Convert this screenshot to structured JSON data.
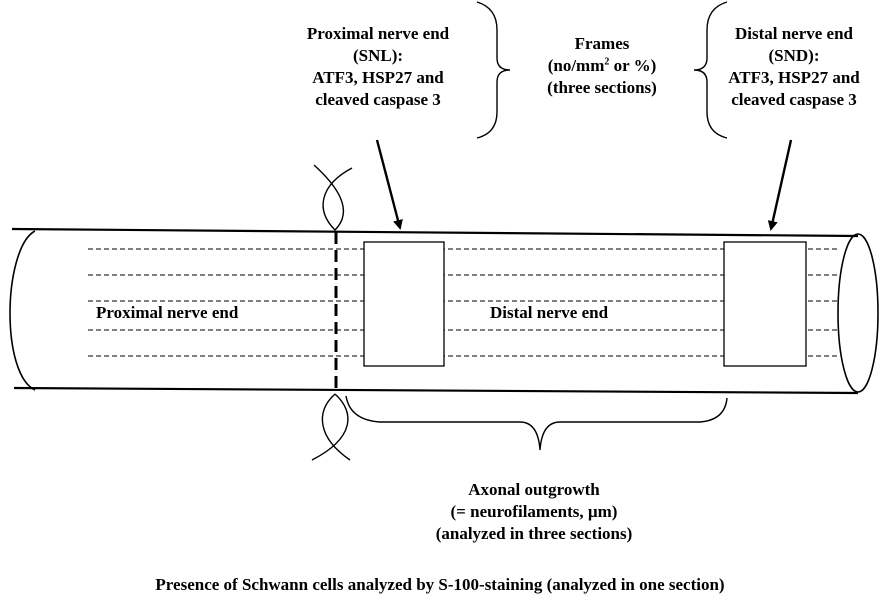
{
  "labels": {
    "proximal_top": [
      "Proximal nerve end",
      "(SNL):",
      "ATF3, HSP27 and",
      "cleaved caspase 3"
    ],
    "frames": {
      "title": "Frames",
      "unit_prefix": "(no/mm",
      "unit_sup": "2",
      "unit_suffix": " or %)",
      "sections": "(three sections)"
    },
    "distal_top": [
      "Distal nerve end",
      "(SND):",
      "ATF3, HSP27 and",
      "cleaved caspase 3"
    ],
    "proximal_inside": "Proximal nerve end",
    "distal_inside": "Distal nerve end",
    "axonal": [
      "Axonal outgrowth",
      "(= neurofilaments, µm)",
      "(analyzed in three sections)"
    ],
    "caption": "Presence of Schwann cells analyzed by S-100-staining (analyzed in one section)"
  }
}
